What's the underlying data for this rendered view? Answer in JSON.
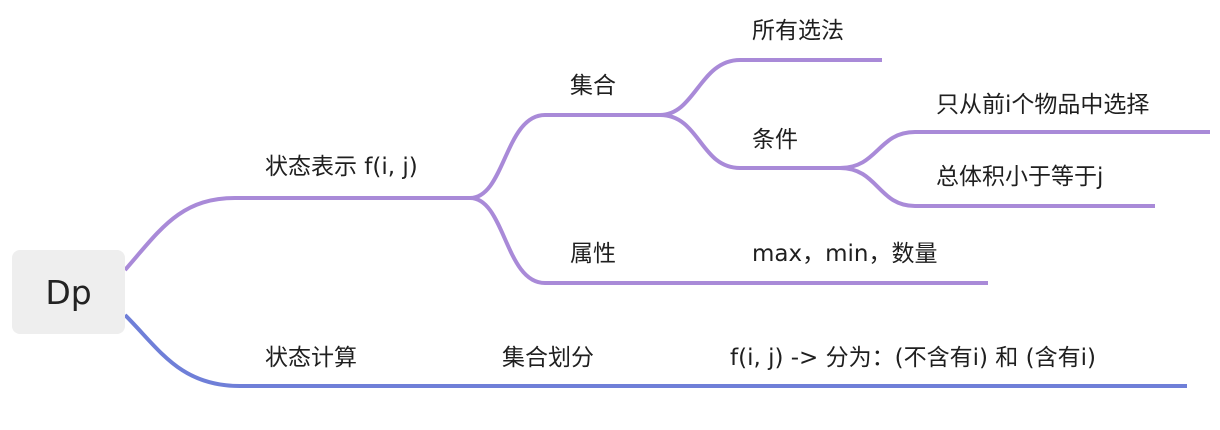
{
  "root": {
    "label": "Dp"
  },
  "nodes": {
    "state_repr": "状态表示 f(i, j)",
    "set": "集合",
    "all_choices": "所有选法",
    "condition": "条件",
    "cond_only_first_i": "只从前i个物品中选择",
    "cond_volume": "总体积小于等于j",
    "attribute": "属性",
    "attr_values": "max，min，数量",
    "state_compute": "状态计算",
    "set_partition": "集合划分",
    "partition_detail": "f(i, j) -> 分为：(不含有i) 和 (含有i)"
  },
  "colors": {
    "upper_branch": "#a98ad8",
    "lower_branch": "#6f7fd8",
    "root_fill": "#eeeeee",
    "text": "#1f1f1f"
  }
}
